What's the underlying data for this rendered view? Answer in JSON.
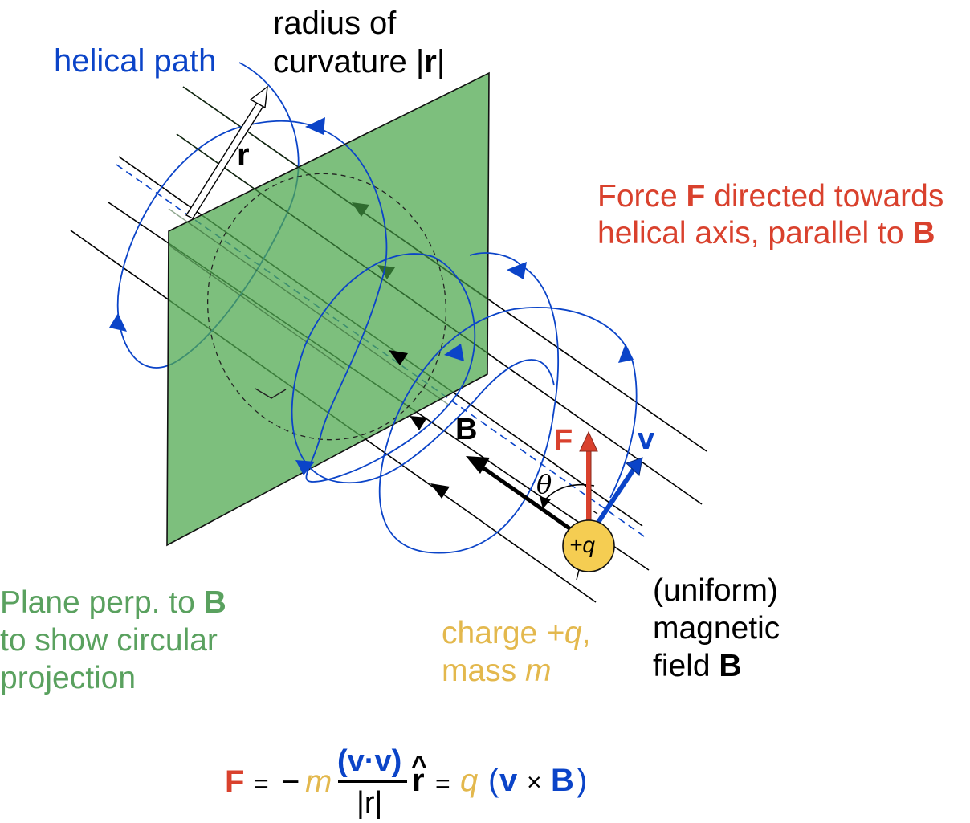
{
  "labels": {
    "helical_path": "helical path",
    "radius_line1": "radius of",
    "radius_line2_pre": "curvature |",
    "radius_line2_bold": "r",
    "radius_line2_post": "|",
    "r_vec": "r",
    "force_line1_pre": "Force ",
    "force_line1_bold": "F",
    "force_line1_post": " directed towards",
    "force_line2_pre": "helical axis, parallel to",
    "force_line2_bold": "B",
    "B_vec": "B",
    "F_vec": "F",
    "v_vec": "v",
    "theta": "θ",
    "charge_symbol": "+q",
    "plane_line1_pre": "Plane perp. to ",
    "plane_line1_bold": "B",
    "plane_line2": "to show circular",
    "plane_line3": "projection",
    "charge_line1_pre": "charge ",
    "charge_line1_it": "+q",
    "charge_line1_post": ",",
    "mass_pre": "mass ",
    "mass_it": "m",
    "field_line1": "(uniform)",
    "field_line2": "magnetic",
    "field_line3_pre": "field ",
    "field_line3_bold": "B"
  },
  "equation": {
    "F": "F",
    "eq1": "=",
    "minus": "−",
    "m": "m",
    "numerator": "(v·v)",
    "denominator": "|r|",
    "r_hat": "r",
    "hat": "^",
    "eq2": "=",
    "q": "q",
    "paren_open": "(",
    "v": "v",
    "cross": "×",
    "B": "B",
    "paren_close": ")"
  },
  "colors": {
    "plane": "#4fa84f",
    "helix": "#0b44c8",
    "force": "#d9412d",
    "charge_fill": "#f5cd52",
    "label_green": "#5aa15f",
    "label_gold": "#e3b84d"
  },
  "icons": {
    "field_arrow": "arrowhead",
    "helix_arrow": "arrowhead"
  }
}
